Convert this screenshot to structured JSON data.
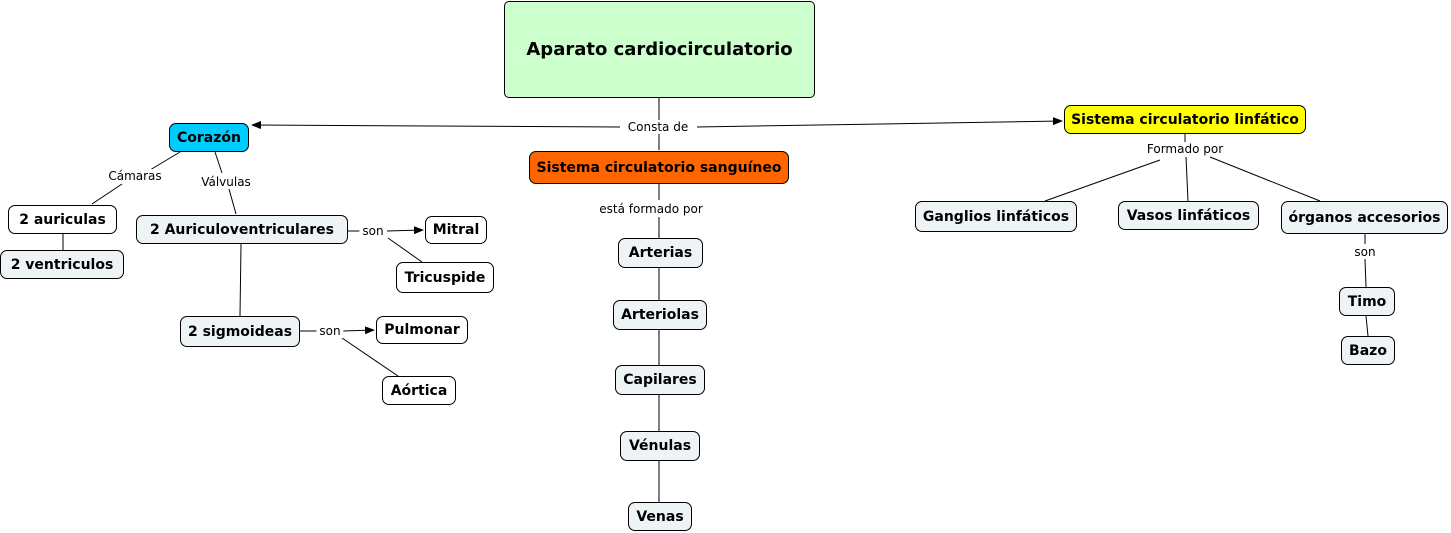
{
  "nodes": {
    "root": "Aparato cardiocirculatorio",
    "corazon": "Corazón",
    "sanguineo": "Sistema circulatorio sanguíneo",
    "linfatico": "Sistema circulatorio linfático",
    "auriculas": "2 auriculas",
    "ventriculos": "2 ventriculos",
    "auriculoventriculares": "2  Auriculoventriculares",
    "mitral": "Mitral",
    "tricuspide": "Tricuspide",
    "sigmoideas": "2 sigmoideas",
    "pulmonar": "Pulmonar",
    "aortica": "Aórtica",
    "arterias": "Arterias",
    "arteriolas": "Arteriolas",
    "capilares": "Capilares",
    "venulas": "Vénulas",
    "venas": "Venas",
    "ganglios": "Ganglios linfáticos",
    "vasos": "Vasos linfáticos",
    "organos": "órganos accesorios",
    "timo": "Timo",
    "bazo": "Bazo"
  },
  "labels": {
    "consta_de": "Consta de",
    "camaras": "Cámaras",
    "valvulas": "Válvulas",
    "son_av": "son",
    "son_sig": "son",
    "esta_formado_por": "está formado por",
    "formado_por": "Formado por",
    "son_org": "son"
  }
}
